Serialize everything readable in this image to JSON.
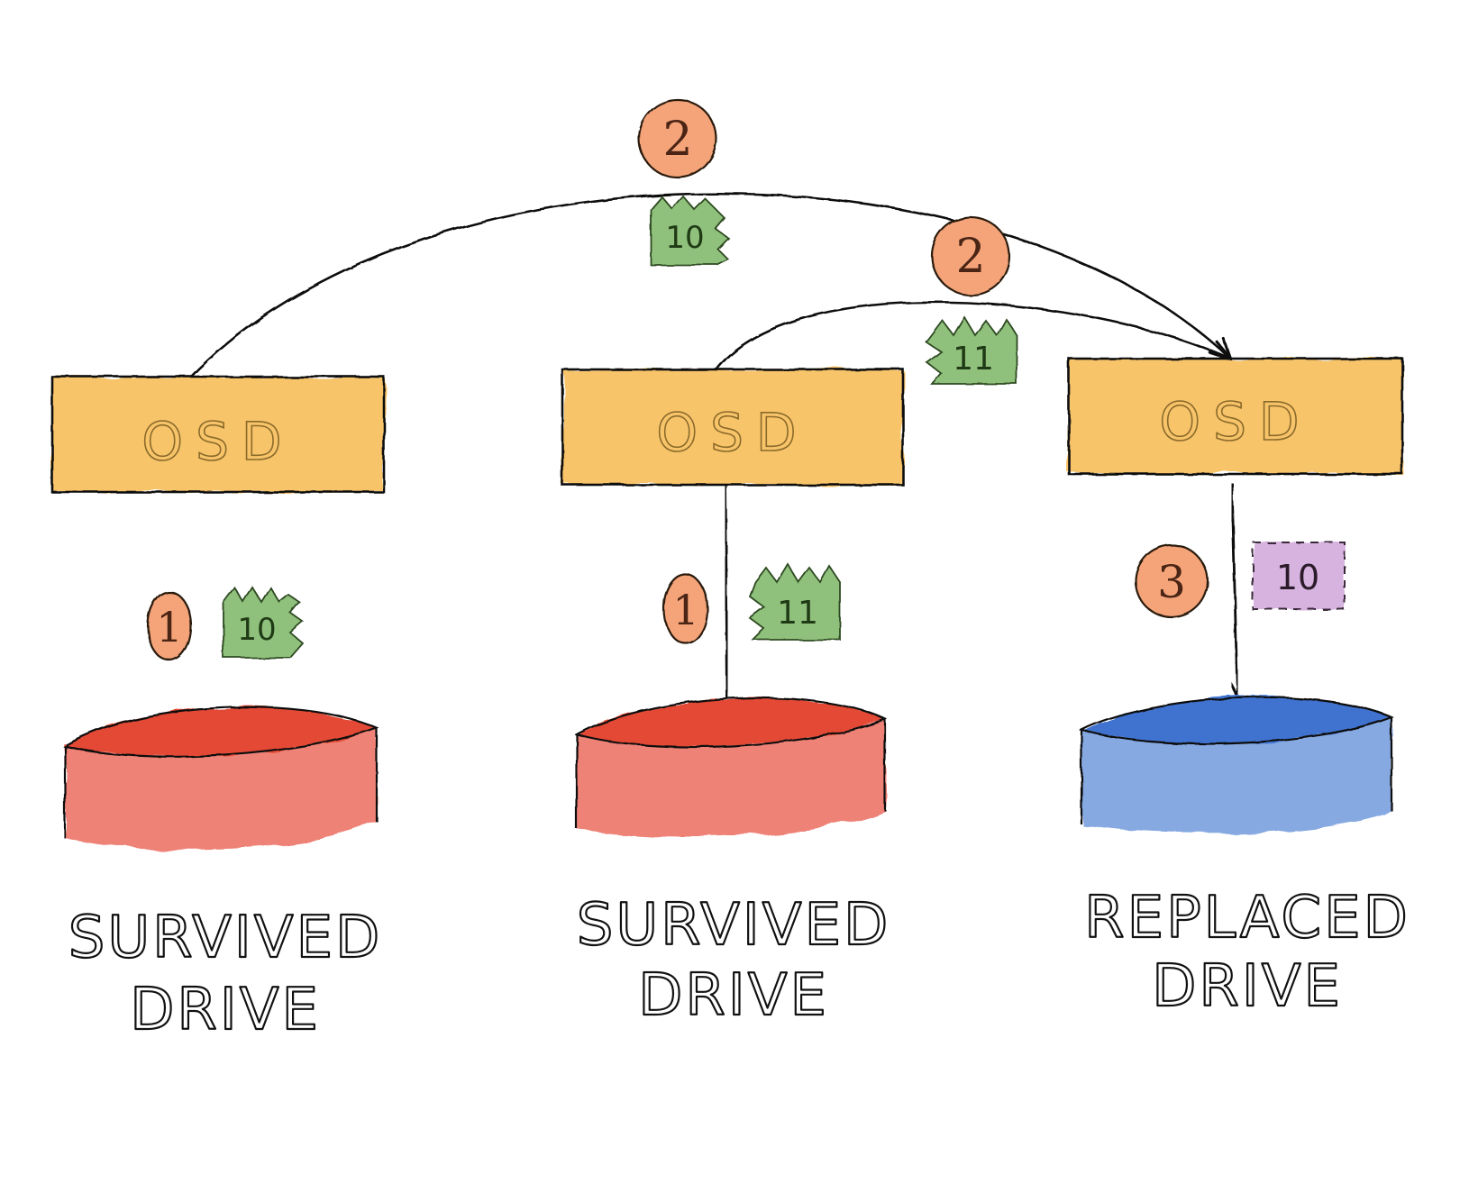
{
  "colors": {
    "osd_fill": "#f8c46a",
    "survived_drive_fill": "#ee8277",
    "survived_drive_top": "#e34a35",
    "replaced_drive_fill": "#86a9e2",
    "replaced_drive_top": "#3f73d0",
    "step_badge_fill": "#f5a47a",
    "chunk_fill": "#8fc07b",
    "missing_chunk_fill": "#d7b3df"
  },
  "nodes": [
    {
      "id": "left",
      "osd_label": "OSD",
      "drive_state": "survived",
      "caption_line1": "SURVIVED",
      "caption_line2": "DRIVE"
    },
    {
      "id": "middle",
      "osd_label": "OSD",
      "drive_state": "survived",
      "caption_line1": "SURVIVED",
      "caption_line2": "DRIVE"
    },
    {
      "id": "right",
      "osd_label": "OSD",
      "drive_state": "replaced",
      "caption_line1": "REPLACED",
      "caption_line2": "DRIVE"
    }
  ],
  "steps": {
    "left_read": "1",
    "middle_read": "1",
    "left_transfer": "2",
    "middle_transfer": "2",
    "write": "3"
  },
  "chunks": {
    "left_read": "10",
    "middle_read": "11",
    "left_transfer": "10",
    "middle_transfer": "11",
    "write": "10"
  }
}
